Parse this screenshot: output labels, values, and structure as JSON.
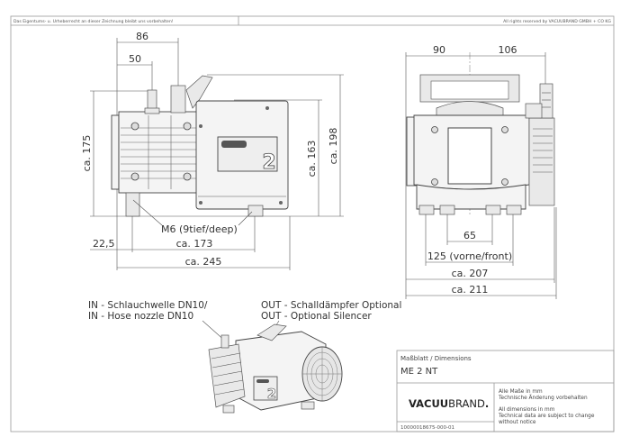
{
  "header": {
    "left_notice": "Das Eigentums- u. Urheberrecht an dieser Zeichnung bleibt uns vorbehalten!",
    "right_notice": "All rights reserved by VACUUBRAND GMBH + CO KG"
  },
  "side_view": {
    "dims": {
      "d86": "86",
      "d50": "50",
      "d175": "ca. 175",
      "d163": "ca. 163",
      "d198": "ca. 198",
      "d22_5": "22,5",
      "d173": "ca. 173",
      "d245": "ca. 245"
    },
    "thread_label": "M6 (9tief/deep)",
    "badge_number": "2",
    "badge_logo": "vacuubrand"
  },
  "front_view": {
    "dims": {
      "d90": "90",
      "d106": "106",
      "d65": "65",
      "d125": "125 (vorne/front)",
      "d207": "ca. 207",
      "d211": "ca. 211"
    }
  },
  "iso_view": {
    "in_label_de": "IN - Schlauchwelle DN10/",
    "in_label_en": "IN - Hose nozzle DN10",
    "out_label_de": "OUT - Schalldämpfer Optional",
    "out_label_en": "OUT - Optional Silencer",
    "badge_number": "2"
  },
  "title_block": {
    "sheet_type": "Maßblatt / Dimensions",
    "model": "ME 2 NT",
    "brand_bold": "VACUU",
    "brand_light": "BRAND",
    "notes_de_1": "Alle Maße in mm",
    "notes_de_2": "Technische Änderung vorbehalten",
    "notes_en_1": "All dimensions in mm",
    "notes_en_2": "Technical data are subject to change",
    "notes_en_3": "without notice",
    "doc_number": "10000018675-000-01"
  }
}
